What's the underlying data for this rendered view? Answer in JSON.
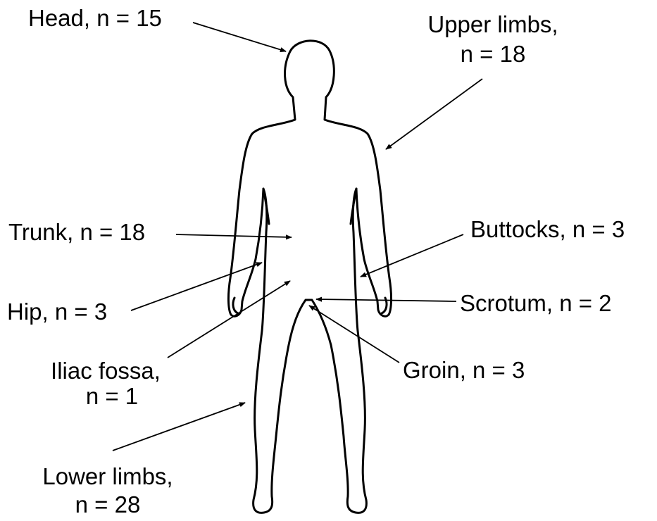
{
  "labels": {
    "head": [
      "Head, n = 15"
    ],
    "upper_limbs": [
      "Upper limbs,",
      "n = 18"
    ],
    "trunk": [
      "Trunk, n = 18"
    ],
    "buttocks": [
      "Buttocks, n = 3"
    ],
    "hip": [
      "Hip, n = 3"
    ],
    "scrotum": [
      "Scrotum, n = 2"
    ],
    "iliac_fossa": [
      "Iliac fossa,",
      "n = 1"
    ],
    "groin": [
      "Groin, n = 3"
    ],
    "lower_limbs": [
      "Lower limbs,",
      "n = 28"
    ]
  },
  "colors": {
    "line": "#000000",
    "background": "#ffffff"
  }
}
